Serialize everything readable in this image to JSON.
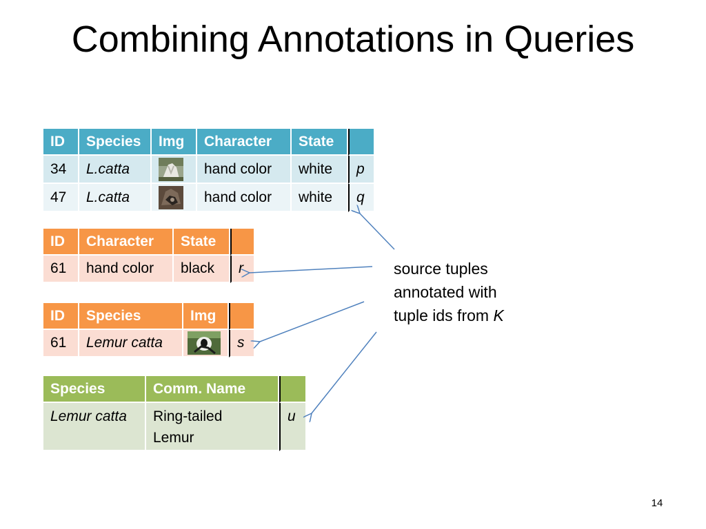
{
  "title": "Combining Annotations in Queries",
  "table1": {
    "headers": [
      "ID",
      "Species",
      "Img",
      "Character",
      "State"
    ],
    "rows": [
      {
        "id": "34",
        "species": "L.catta",
        "img_icon": "lemur-hand-photo",
        "character": "hand color",
        "state": "white",
        "annotation": "p"
      },
      {
        "id": "47",
        "species": "L.catta",
        "img_icon": "lemur-hand-photo",
        "character": "hand color",
        "state": "white",
        "annotation": "q"
      }
    ]
  },
  "table2": {
    "headers": [
      "ID",
      "Character",
      "State"
    ],
    "rows": [
      {
        "id": "61",
        "character": "hand color",
        "state": "black",
        "annotation": "r"
      }
    ]
  },
  "table3": {
    "headers": [
      "ID",
      "Species",
      "Img"
    ],
    "rows": [
      {
        "id": "61",
        "species": "Lemur catta",
        "img_icon": "lemur-photo",
        "annotation": "s"
      }
    ]
  },
  "table4": {
    "headers": [
      "Species",
      "Comm. Name"
    ],
    "rows": [
      {
        "species": "Lemur catta",
        "comm_name_line1": "Ring-tailed",
        "comm_name_line2": "Lemur",
        "annotation": "u"
      }
    ]
  },
  "caption": {
    "line1": "source tuples",
    "line2": "annotated with",
    "line3_prefix": "tuple ids from ",
    "line3_var": "K"
  },
  "page_number": "14",
  "colors": {
    "blue_header": "#4BACC6",
    "orange_header": "#F79646",
    "green_header": "#9BBB59",
    "arrow": "#4F81BD"
  }
}
